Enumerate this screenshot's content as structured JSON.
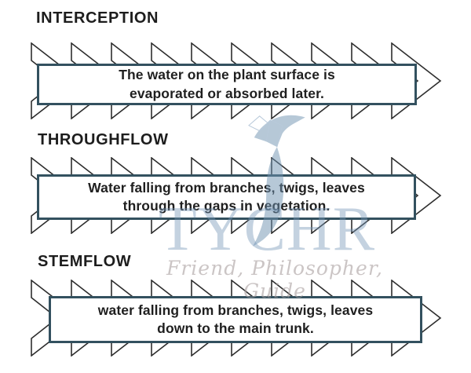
{
  "canvas": {
    "background": "#ffffff"
  },
  "colors": {
    "canvas_bg": "#ffffff",
    "heading_text": "#1d1d1d",
    "box_text": "#1f1f1f",
    "box_border": "#33515f",
    "box_fill": "#ffffff",
    "chevron_stroke": "#2e2e2e",
    "watermark_blue": "#7495b6",
    "watermark_gray": "#a99f9f",
    "watermark_logo": "#6f93b1"
  },
  "sections": [
    {
      "heading": "INTERCEPTION",
      "lines": [
        "The water on the plant surface is",
        "evaporated or absorbed later."
      ]
    },
    {
      "heading": "THROUGHFLOW",
      "lines": [
        "Water falling from branches, twigs, leaves",
        "through the gaps in vegetation."
      ]
    },
    {
      "heading": "STEMFLOW",
      "lines": [
        "water falling from branches, twigs, leaves",
        "down to the main trunk."
      ]
    }
  ],
  "watermark": {
    "brand": "TYCHR",
    "tagline": "Friend, Philosopher, Guide",
    "logo": "wave-seahorse-logo-icon"
  }
}
